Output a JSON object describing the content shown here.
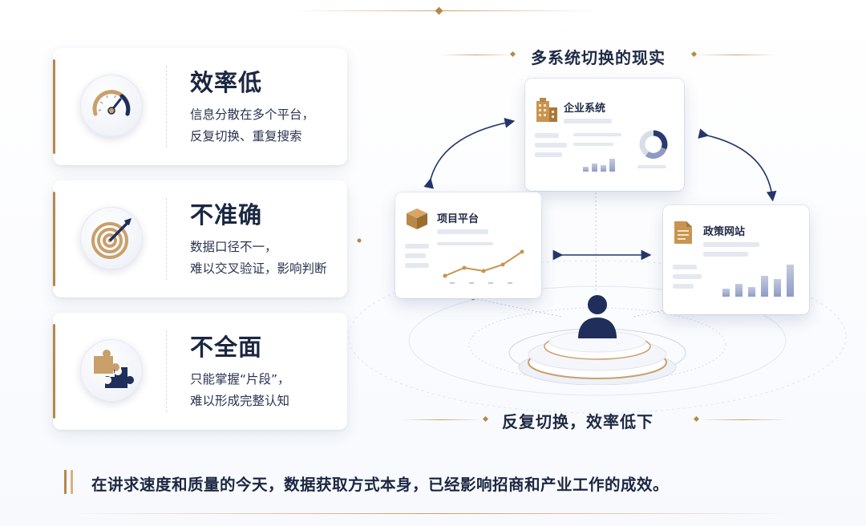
{
  "cards": [
    {
      "title": "效率低",
      "lines": [
        "信息分散在多个平台，",
        "反复切换、重复搜索"
      ],
      "icon": "speedometer-icon"
    },
    {
      "title": "不准确",
      "lines": [
        "数据口径不一，",
        "难以交叉验证，影响判断"
      ],
      "icon": "target-icon"
    },
    {
      "title": "不全面",
      "lines": [
        "只能掌握“片段”，",
        "难以形成完整认知"
      ],
      "icon": "puzzle-icon"
    }
  ],
  "diagram": {
    "title": "多系统切换的现实",
    "panels": {
      "enterprise": "企业系统",
      "project": "项目平台",
      "policy": "政策网站"
    },
    "caption": "反复切换，效率低下",
    "user_icon": "user-icon"
  },
  "footer": {
    "text": "在讲求速度和质量的今天，数据获取方式本身，已经影响招商和产业工作的成效。"
  },
  "colors": {
    "gold": "#b8874a",
    "navy": "#1f2e5a",
    "text": "#1b2742"
  }
}
